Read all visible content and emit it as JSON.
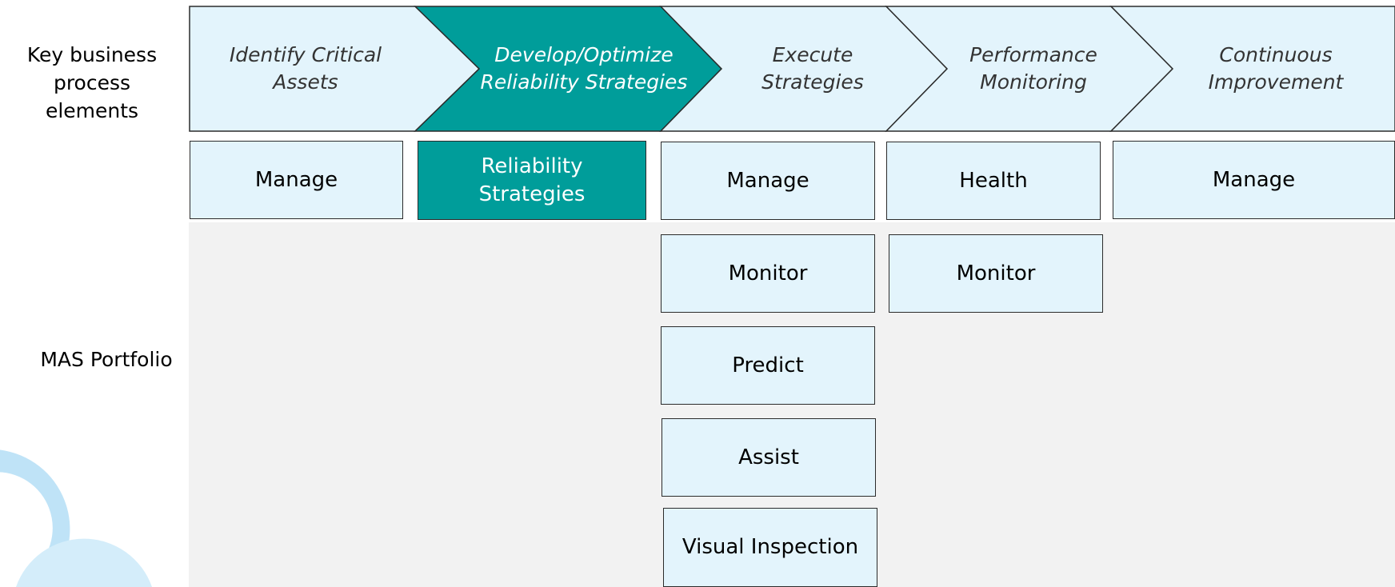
{
  "colors": {
    "light": "#e3f4fc",
    "active": "#009d9a",
    "border": "#2b2b2b",
    "panel": "#f2f2f2"
  },
  "labels": {
    "key_business": "Key business\nprocess elements",
    "mas_portfolio": "MAS\nPortfolio"
  },
  "process_elements": [
    {
      "label": "Identify Critical\nAssets",
      "active": false
    },
    {
      "label": "Develop/Optimize\nReliability Strategies",
      "active": true
    },
    {
      "label": "Execute\nStrategies",
      "active": false
    },
    {
      "label": "Performance\nMonitoring",
      "active": false
    },
    {
      "label": "Continuous\nImprovement",
      "active": false
    }
  ],
  "portfolio": [
    {
      "items": [
        {
          "label": "Manage",
          "active": false
        }
      ]
    },
    {
      "items": [
        {
          "label": "Reliability\nStrategies",
          "active": true
        }
      ]
    },
    {
      "items": [
        {
          "label": "Manage",
          "active": false
        },
        {
          "label": "Monitor",
          "active": false
        },
        {
          "label": "Predict",
          "active": false
        },
        {
          "label": "Assist",
          "active": false
        },
        {
          "label": "Visual Inspection",
          "active": false
        }
      ]
    },
    {
      "items": [
        {
          "label": "Health",
          "active": false
        },
        {
          "label": "Monitor",
          "active": false
        }
      ]
    },
    {
      "items": [
        {
          "label": "Manage",
          "active": false
        }
      ]
    }
  ]
}
